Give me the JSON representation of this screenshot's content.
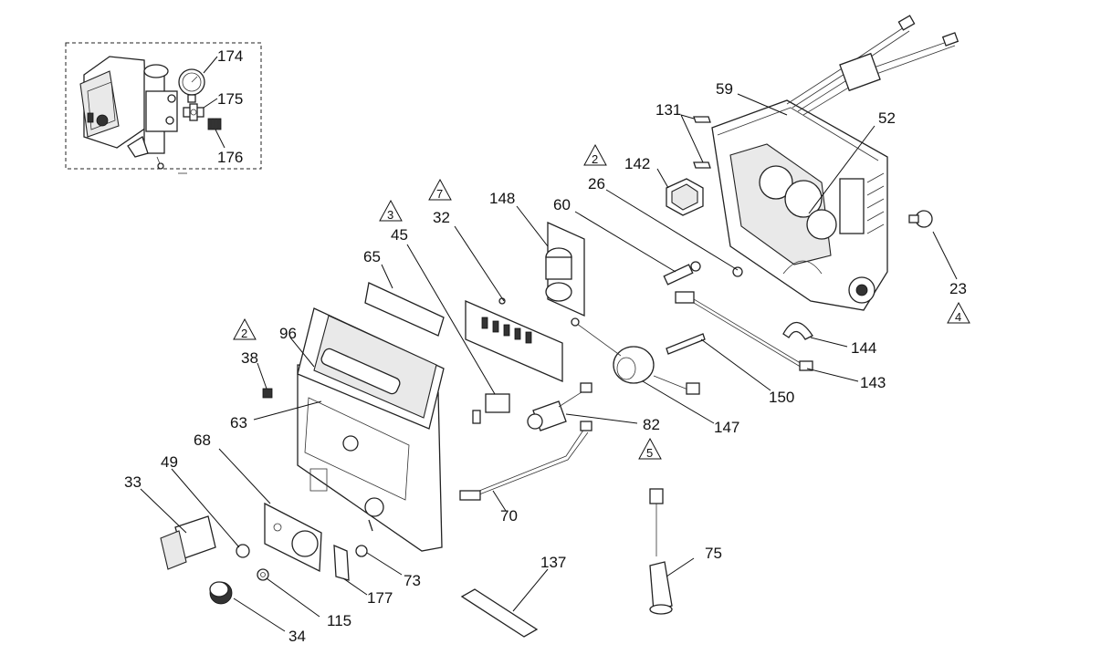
{
  "diagram": {
    "type": "exploded-parts-view",
    "inset": {
      "callouts": [
        "174",
        "175",
        "176"
      ]
    },
    "callouts": [
      {
        "id": "c59",
        "label": "59"
      },
      {
        "id": "c131",
        "label": "131"
      },
      {
        "id": "c52",
        "label": "52"
      },
      {
        "id": "c142",
        "label": "142"
      },
      {
        "id": "c26",
        "label": "26"
      },
      {
        "id": "c60",
        "label": "60"
      },
      {
        "id": "c148",
        "label": "148"
      },
      {
        "id": "c32",
        "label": "32"
      },
      {
        "id": "c45",
        "label": "45"
      },
      {
        "id": "c65",
        "label": "65"
      },
      {
        "id": "c96",
        "label": "96"
      },
      {
        "id": "c38",
        "label": "38"
      },
      {
        "id": "c63",
        "label": "63"
      },
      {
        "id": "c23",
        "label": "23"
      },
      {
        "id": "c144",
        "label": "144"
      },
      {
        "id": "c143",
        "label": "143"
      },
      {
        "id": "c150",
        "label": "150"
      },
      {
        "id": "c147",
        "label": "147"
      },
      {
        "id": "c82",
        "label": "82"
      },
      {
        "id": "c70",
        "label": "70"
      },
      {
        "id": "c68",
        "label": "68"
      },
      {
        "id": "c49",
        "label": "49"
      },
      {
        "id": "c33",
        "label": "33"
      },
      {
        "id": "c73",
        "label": "73"
      },
      {
        "id": "c177",
        "label": "177"
      },
      {
        "id": "c115",
        "label": "115"
      },
      {
        "id": "c34",
        "label": "34"
      },
      {
        "id": "c137",
        "label": "137"
      },
      {
        "id": "c75",
        "label": "75"
      }
    ],
    "warning_flags": [
      {
        "id": "w2a",
        "number": "2"
      },
      {
        "id": "w7",
        "number": "7"
      },
      {
        "id": "w3",
        "number": "3"
      },
      {
        "id": "w2b",
        "number": "2"
      },
      {
        "id": "w4",
        "number": "4"
      },
      {
        "id": "w5",
        "number": "5"
      }
    ]
  }
}
